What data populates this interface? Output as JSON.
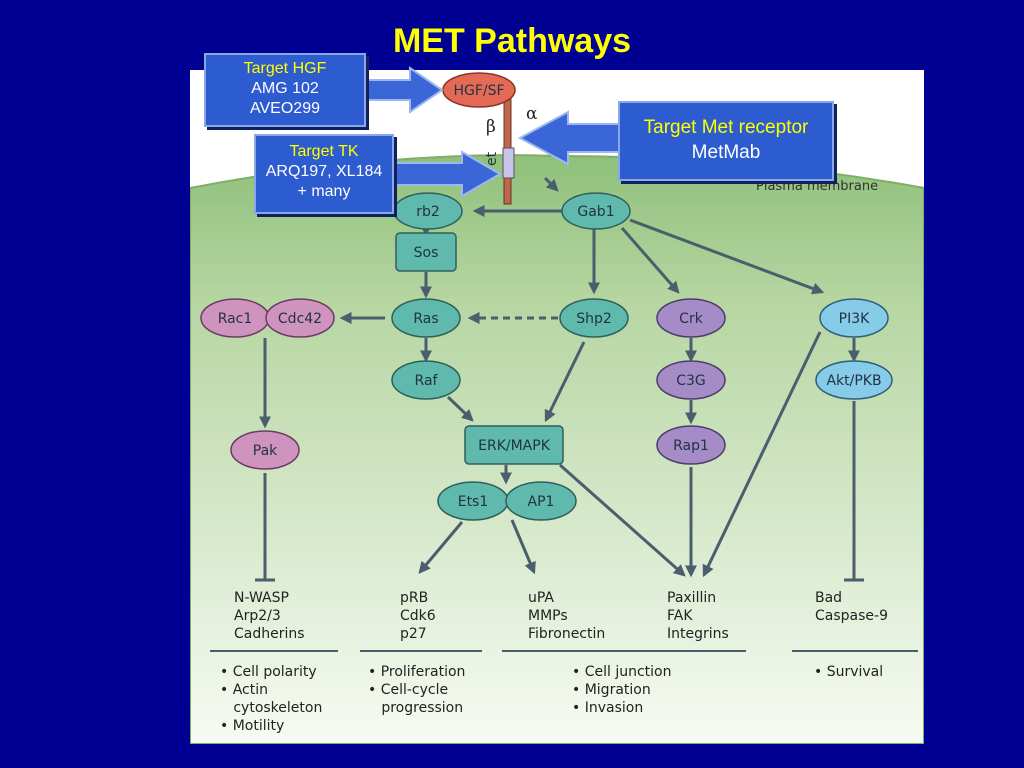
{
  "slide": {
    "title": "MET Pathways"
  },
  "callouts": {
    "hgf": {
      "heading": "Target HGF",
      "lines": [
        "AMG 102",
        "AVEO299"
      ]
    },
    "tk": {
      "heading": "Target TK",
      "lines": [
        "ARQ197, XL184",
        "+ many"
      ]
    },
    "met": {
      "heading": "Target Met receptor",
      "lines": [
        "MetMab"
      ]
    }
  },
  "diagram": {
    "membrane_label": "Plasma membrane",
    "receptor": {
      "alpha": "α",
      "beta": "β",
      "met": "et"
    },
    "nodes": {
      "hgf": "HGF/SF",
      "grb2": "rb2",
      "gab1": "Gab1",
      "sos": "Sos",
      "rac1": "Rac1",
      "cdc42": "Cdc42",
      "ras": "Ras",
      "shp2": "Shp2",
      "crk": "Crk",
      "pi3k": "PI3K",
      "raf": "Raf",
      "c3g": "C3G",
      "akt": "Akt/PKB",
      "pak": "Pak",
      "erk": "ERK/MAPK",
      "rap1": "Rap1",
      "ets1": "Ets1",
      "ap1": "AP1"
    },
    "targets": [
      [
        "N-WASP",
        "Arp2/3",
        "Cadherins"
      ],
      [
        "pRB",
        "Cdk6",
        "p27"
      ],
      [
        "uPA",
        "MMPs",
        "Fibronectin"
      ],
      [
        "Paxillin",
        "FAK",
        "Integrins"
      ],
      [
        "Bad",
        "Caspase-9"
      ]
    ],
    "outcomes": [
      [
        "• Cell polarity",
        "• Actin",
        "   cytoskeleton",
        "• Motility"
      ],
      [
        "• Proliferation",
        "• Cell-cycle",
        "   progression"
      ],
      [
        "• Cell junction",
        "• Migration",
        "• Invasion"
      ],
      [
        "• Survival"
      ]
    ]
  },
  "colors": {
    "background": "#000093",
    "title": "#ffff00",
    "callout_fill": "#2d5bd0",
    "teal_node": "#5fb9ad",
    "purple_node": "#a58cc7",
    "pink_node": "#cf93bf",
    "blue_node": "#86cbe8",
    "red_node": "#e46a55",
    "membrane": "#b4d49f"
  }
}
